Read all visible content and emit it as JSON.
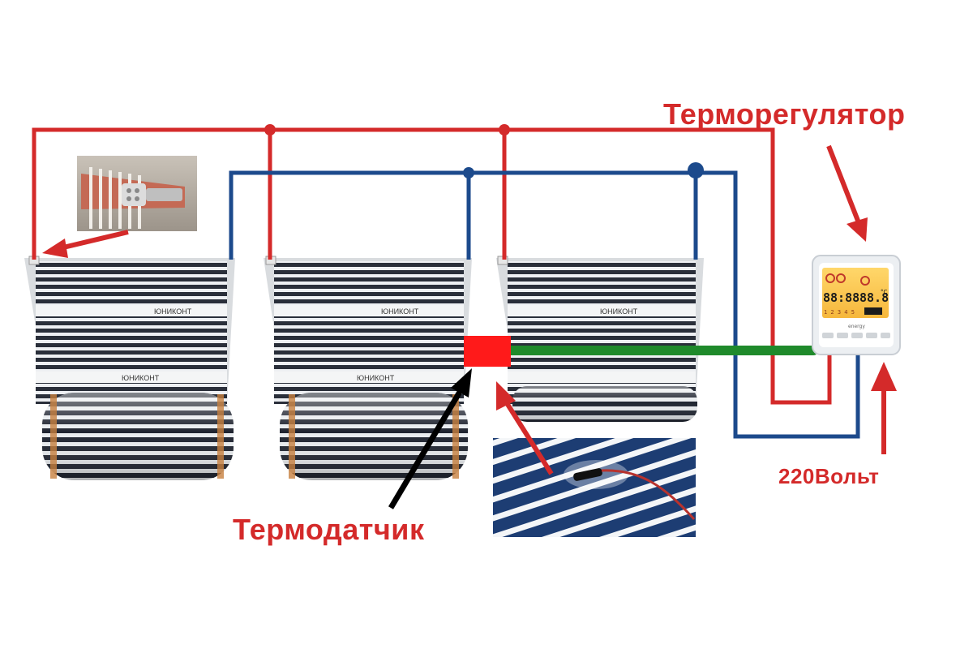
{
  "labels": {
    "thermostat": "Терморегулятор",
    "sensor": "Термодатчик",
    "voltage": "220Вольт"
  },
  "display": {
    "left_digits": "88:88",
    "right_digits": "88.8",
    "unit": "°C",
    "day_numbers": "1 2 3 4 5",
    "brand": "energy"
  },
  "film_print": "ЮНИКОНТ",
  "colors": {
    "phase_wire": "#d42a2a",
    "neutral_wire": "#1c4a8c",
    "sensor_wire": "#1f8a2b",
    "sensor_box": "#ff1a1a",
    "label_text": "#d42a2a",
    "pointer_arrow": "#000000"
  },
  "icons": [
    "radiator-photo",
    "thermostat-icon",
    "sensor-closeup-photo"
  ]
}
